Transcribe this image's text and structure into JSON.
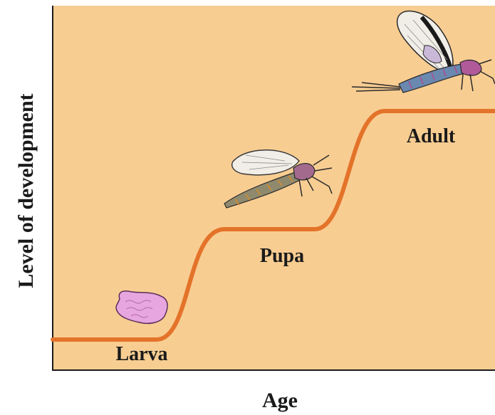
{
  "diagram": {
    "y_axis_label": "Level of development",
    "x_axis_label": "Age",
    "stages": [
      {
        "label": "Larva"
      },
      {
        "label": "Pupa"
      },
      {
        "label": "Adult"
      }
    ],
    "colors": {
      "panel": "#f8cd92",
      "curve": "#e4732a",
      "axis": "#1a1a1a",
      "larva_body": "#e7a6df"
    },
    "icons": [
      "larva-icon",
      "winged-insect-icon",
      "mayfly-adult-icon"
    ]
  }
}
